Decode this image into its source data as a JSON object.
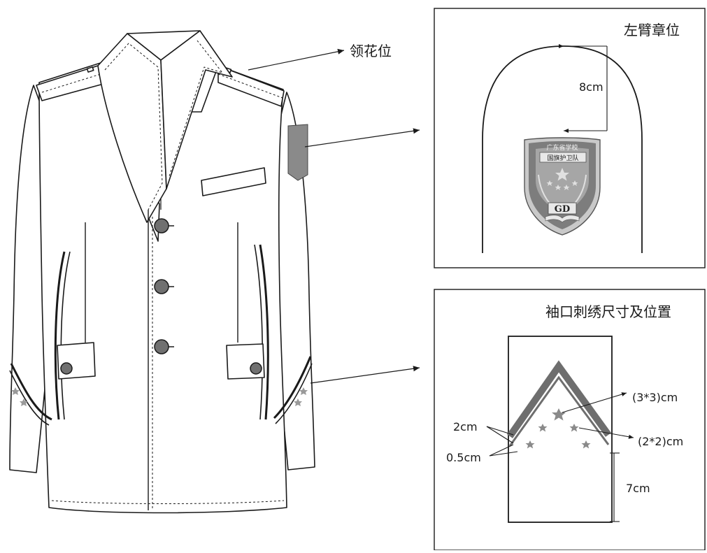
{
  "labels": {
    "collar_flower": "领花位",
    "left_arm_badge": "左臂章位",
    "arm_distance": "8cm",
    "cuff_title": "袖口刺绣尺寸及位置",
    "big_star_size": "(3*3)cm",
    "small_star_size": "(2*2)cm",
    "stripe_width": "2cm",
    "stripe_gap": "0.5cm",
    "cuff_distance": "7cm"
  },
  "badge": {
    "arc_text": "广东省学校",
    "banner_text": "国旗护卫队",
    "bottom_text": "GD"
  },
  "colors": {
    "line": "#1a1a1a",
    "badge_fill": "#7d7d7d",
    "badge_light": "#c9c9c9",
    "stripe": "#6e6e6e",
    "star": "#8a8a8a"
  }
}
